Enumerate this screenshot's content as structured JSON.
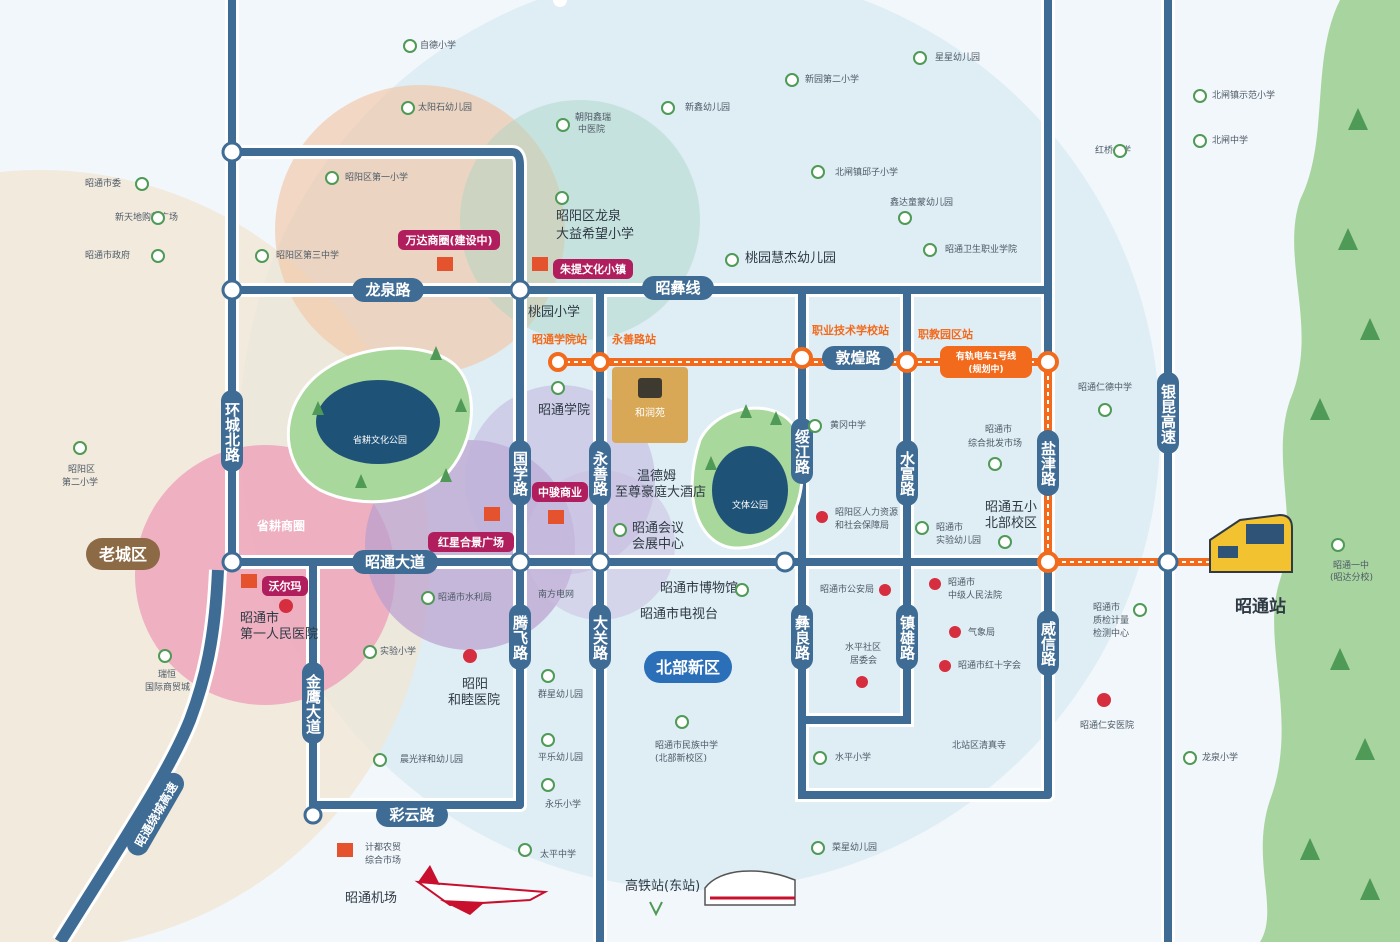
{
  "districts": {
    "old_town": "老城区",
    "north_new": "北部新区"
  },
  "roads": {
    "longquan": "龙泉路",
    "zhaobi": "昭彝线",
    "huancheng_north": "环城北路",
    "zhaotong_avenue": "昭通大道",
    "caiyun": "彩云路",
    "jinying": "金鹰大道",
    "guoxue": "国学路",
    "tengfei": "腾飞路",
    "yongshan": "永善路",
    "daguan": "大关路",
    "dunhuang": "敦煌路",
    "suijiang": "绥江路",
    "shuifu": "水富路",
    "yanjin": "盐津路",
    "yiliang": "彝良路",
    "zhenxiong": "镇雄路",
    "weixin": "威信路",
    "yinkun": "银昆高速",
    "ring": "昭通绕城高速"
  },
  "metro": {
    "stations": [
      "昭通学院站",
      "永善路站",
      "职业技术学校站",
      "职教园区站"
    ],
    "line_label_1": "有轨电车1号线",
    "line_label_2": "(规划中)"
  },
  "tags": {
    "wanda": "万达商圈(建设中)",
    "zhuti": "朱提文化小镇",
    "zhongjun": "中骏商业",
    "hongxing": "红星合景广场",
    "walmart": "沃尔玛",
    "shenggeng": "省耕商圈"
  },
  "parks": {
    "shenggeng_park": "省耕文化公园",
    "wenti_park": "文体公园"
  },
  "project": {
    "name": "和润苑"
  },
  "labels": {
    "l1": "自德小学",
    "l2": "星星幼儿园",
    "l3": "新园第二小学",
    "l4": "太阳石幼儿园",
    "l5": "新鑫幼儿园",
    "l6": "朝阳鑫瑞",
    "l6b": "中医院",
    "l7": "北闸镇示范小学",
    "l8": "北闸中学",
    "l9": "红桥小学",
    "l10": "北闸镇邱子小学",
    "l11": "鑫达童蒙幼儿园",
    "l12": "昭阳区第一小学",
    "l13": "昭阳区龙泉",
    "l13b": "大益希望小学",
    "l14": "昭通市委",
    "l15": "新天地购物广场",
    "l16": "昭通市政府",
    "l17": "昭阳区第三中学",
    "l18": "桃园慧杰幼儿园",
    "l19": "昭通卫生职业学院",
    "l20": "桃园小学",
    "l21": "昭通学院",
    "l22": "昭阳区",
    "l22b": "第二小学",
    "l23": "温德姆",
    "l23b": "至尊豪庭大酒店",
    "l24": "昭通会议",
    "l24b": "会展中心",
    "l25": "黄冈中学",
    "l26": "昭通市",
    "l26b": "综合批发市场",
    "l27": "昭通仁德中学",
    "l28": "昭阳区人力资源",
    "l28b": "和社会保障局",
    "l29": "昭通市",
    "l29b": "实验幼儿园",
    "l30": "昭通五小",
    "l30b": "北部校区",
    "l31": "昭通市博物馆",
    "l32": "昭通市电视台",
    "l33": "南方电网",
    "l34": "昭通市水利局",
    "l35": "昭通市",
    "l35b": "第一人民医院",
    "l36": "昭通市公安局",
    "l37": "昭通市",
    "l37b": "中级人民法院",
    "l38": "气象局",
    "l39": "昭通市红十字会",
    "l40": "水平社区",
    "l40b": "居委会",
    "l41": "昭通市",
    "l41b": "质检计量",
    "l41c": "检测中心",
    "l42": "昭通一中",
    "l42b": "(昭达分校)",
    "l43": "实验小学",
    "l44": "昭阳",
    "l44b": "和睦医院",
    "l45": "群星幼儿园",
    "l46": "昭通市民族中学",
    "l46b": "(北部新校区)",
    "l47": "瑞恒",
    "l47b": "国际商贸城",
    "l48": "晨光祥和幼儿园",
    "l49": "平乐幼儿园",
    "l50": "永乐小学",
    "l51": "水平小学",
    "l52": "北站区清真寺",
    "l53": "昭通仁安医院",
    "l54": "龙泉小学",
    "l55": "计都农贸",
    "l55b": "综合市场",
    "l56": "太平中学",
    "l57": "菜星幼儿园",
    "l58": "昭通机场",
    "l59": "高铁站(东站)",
    "l60": "昭通站"
  },
  "colors": {
    "road": "#3f6c94",
    "metro": "#f26b1d",
    "tag": "#b01e5e",
    "park": "#a8d89b",
    "lake": "#1f5277",
    "project": "#d8a856"
  }
}
